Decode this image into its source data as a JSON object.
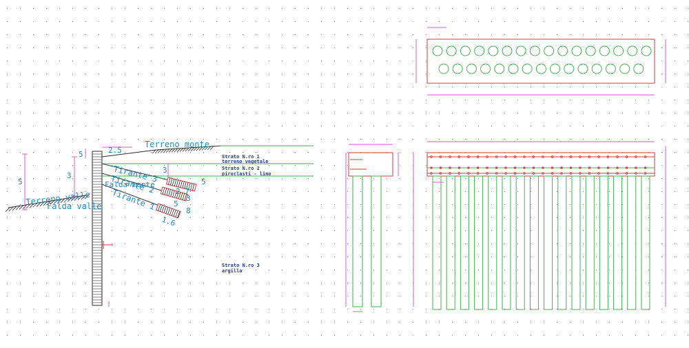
{
  "colors": {
    "grid": "#8a8a8a",
    "wall": "#2a2a2a",
    "green": "#3ab54a",
    "red": "#d23a3a",
    "magenta": "#d85ad8",
    "blue_text": "#1e88c8",
    "navy_text": "#1f3b8f"
  },
  "section": {
    "terrain_up_label": "Terreno monte",
    "terrain_down_label": "Terreno valle",
    "water_down_label": "Falda valle",
    "water_up_label": "Falda monte",
    "anchors": [
      "Tirante 3",
      "Tirante 2",
      "Tirante 1"
    ],
    "dims": {
      "top_left": "5",
      "wall_side": "3",
      "left_total": "5",
      "berm": "2.5",
      "anchor_3_a": "3",
      "anchor_3_b": "5",
      "anchor_2_a": "2.7",
      "anchor_2_b": "3",
      "anchor_1_a": "5",
      "anchor_1_b": "1.6",
      "anchor_1_c": "8"
    }
  },
  "strata": [
    {
      "number": "Strato N.ro 1",
      "name": "terreno vegetale"
    },
    {
      "number": "Strato N.ro 2",
      "name": "piroclasti - limo"
    },
    {
      "number": "Strato N.ro 3",
      "name": "argilla"
    }
  ]
}
